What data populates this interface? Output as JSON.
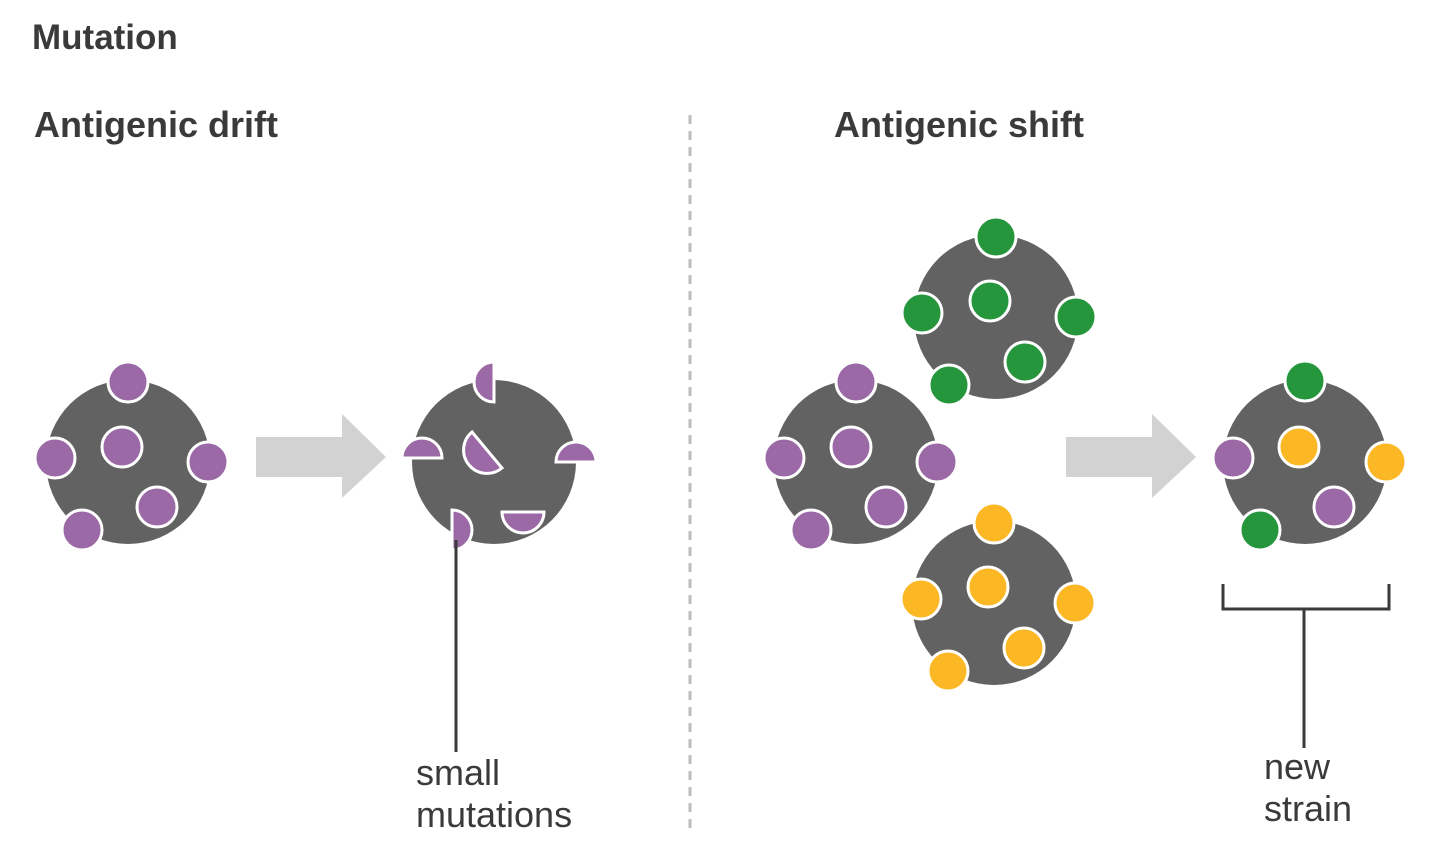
{
  "title": "Mutation",
  "drift": {
    "heading": "Antigenic drift",
    "caption_line1": "small",
    "caption_line2": "mutations"
  },
  "shift": {
    "heading": "Antigenic shift",
    "caption_line1": "new",
    "caption_line2": "strain"
  },
  "colors": {
    "virus_body": "#626262",
    "purple_antigen": "#9b69a6",
    "green_antigen": "#26963c",
    "yellow_antigen": "#fbb824",
    "arrow": "#d2d2d2",
    "divider": "#bdbdbd",
    "line": "#3a3a3a"
  },
  "icons": [
    "virus-particle-icon",
    "arrow-right-icon"
  ]
}
